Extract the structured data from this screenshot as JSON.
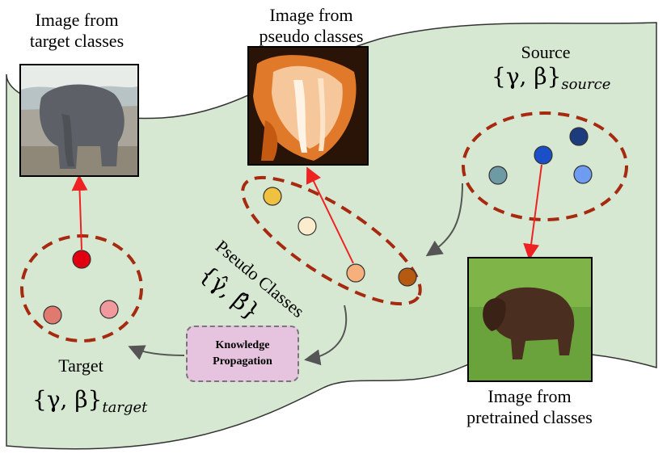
{
  "labels": {
    "target_images": "Image from\ntarget classes",
    "pseudo_images": "Image from\npseudo classes",
    "pretrained_images": "Image from\npretrained classes",
    "source": "Source",
    "target": "Target",
    "pseudo_classes": "Pseudo Classes",
    "knowledge_propagation": "Knowledge\nPropagation"
  },
  "math": {
    "source_params": "{γ, β}",
    "source_sub": "source",
    "target_params": "{γ, β}",
    "target_sub": "target",
    "pseudo_params": "{γ̂, β̂}"
  },
  "colors": {
    "background_region": "#d7e8d2",
    "cluster_outline": "#a52a10",
    "link_arrow": "#ee2222",
    "flow_arrow": "#555555",
    "source_dots": [
      "#6e9aa6",
      "#1b4fc7",
      "#1d3c7d",
      "#6d9cf0"
    ],
    "pseudo_dots": [
      "#f0c040",
      "#fbeccd",
      "#f5b07c",
      "#b65a12"
    ],
    "target_dots": [
      "#e00012",
      "#e07a70",
      "#f09a9e"
    ]
  }
}
